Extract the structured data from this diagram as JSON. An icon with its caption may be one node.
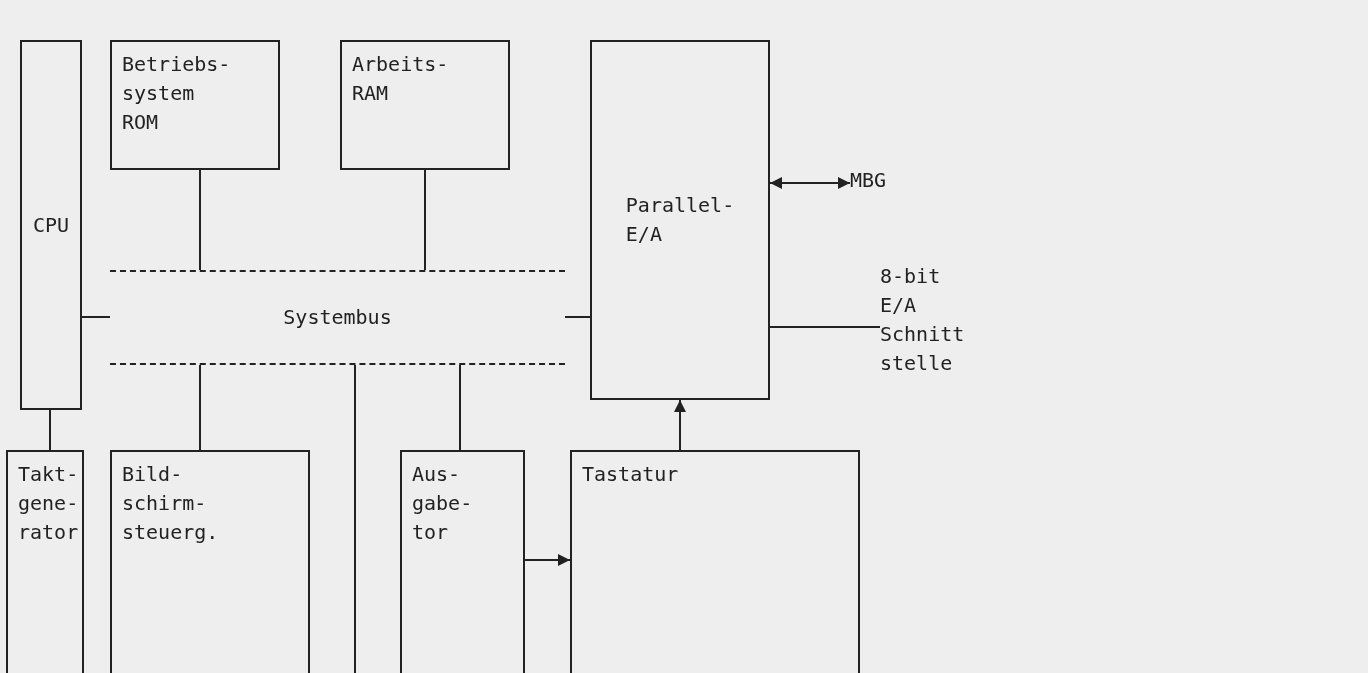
{
  "diagram": {
    "nodes": [
      {
        "text": [
          "CPU"
        ]
      },
      {
        "text": [
          "Betriebs- system ROM"
        ]
      },
      {
        "text": [
          "Arbeits- RAM"
        ]
      },
      {
        "text": [
          "Parallel- E/A"
        ]
      },
      {
        "text": [
          "Systembus"
        ]
      },
      {
        "text": [
          "Takt- gene- rator"
        ]
      },
      {
        "text": [
          "Bild- schirm- steuerg."
        ]
      },
      {
        "text": [
          "Aus- gabe- tor"
        ]
      },
      {
        "text": [
          "Tastatur"
        ]
      },
      {
        "text": [
          "MBG"
        ]
      },
      {
        "text": [
          "8-bit E/A Schnitt stelle"
        ]
      }
    ],
    "edges": [
      {
        "from": 1,
        "to": 4,
        "arrow": "none"
      },
      {
        "from": 2,
        "to": 4,
        "arrow": "none"
      },
      {
        "from": 0,
        "to": 4,
        "arrow": "none"
      },
      {
        "from": 3,
        "to": 4,
        "arrow": "none"
      },
      {
        "from": 4,
        "to": 6,
        "arrow": "none"
      },
      {
        "from": 4,
        "to": null,
        "arrow": "none"
      },
      {
        "from": 4,
        "to": 7,
        "arrow": "none"
      },
      {
        "from": 0,
        "to": 5,
        "arrow": "none"
      },
      {
        "from": 8,
        "to": 3,
        "arrow": "to"
      },
      {
        "from": 7,
        "to": 8,
        "arrow": "to"
      },
      {
        "from": 3,
        "to": 9,
        "arrow": "both"
      },
      {
        "from": 3,
        "to": 10,
        "arrow": "none"
      }
    ]
  }
}
